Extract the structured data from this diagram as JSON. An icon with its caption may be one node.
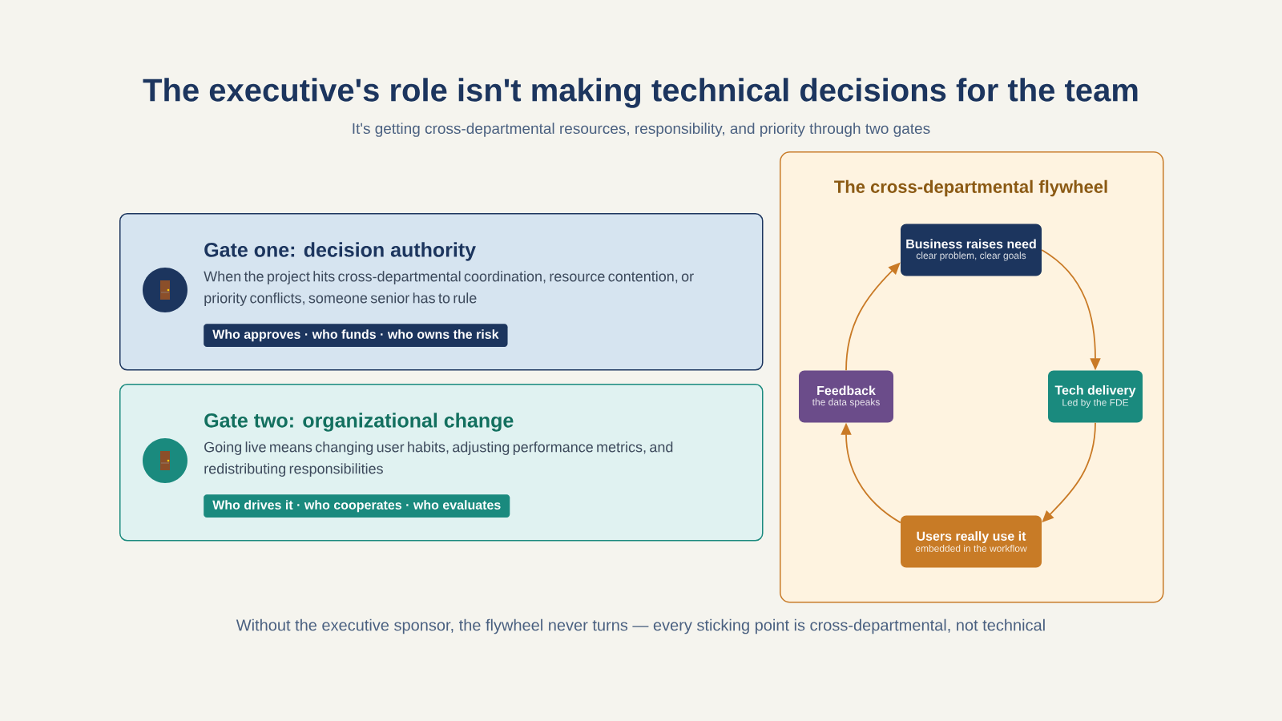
{
  "diagram": {
    "title": "The executive's role isn't making technical decisions for the team",
    "caption": "Without the executive sponsor, the flywheel never turns — every sticking point is cross-departmental, not technical",
    "nodes": [
      {
        "text": [
          "Gate one: decision authority",
          "When the project hits cross-departmental coordination, resource contention, or priority conflicts, someone senior has to rule"
        ]
      },
      {
        "text": [
          "Who approves · who funds · who owns the risk"
        ],
        "in": 0
      },
      {
        "text": [
          "Gate two: organizational change",
          "Going live means changing user habits, adjusting performance metrics, and redistributing responsibilities"
        ]
      },
      {
        "text": [
          "Who drives it · who cooperates · who evaluates"
        ],
        "in": 2
      },
      {
        "text": [
          "The cross-departmental flywheel"
        ]
      },
      {
        "text": [
          "Business raises need",
          "clear problem, clear goals"
        ],
        "in": 4
      },
      {
        "text": [
          "Tech delivery",
          "Led by the FDE"
        ],
        "in": 4
      },
      {
        "text": [
          "Users really use it",
          "embedded in the workflow"
        ],
        "in": 4
      },
      {
        "text": [
          "Feedback",
          "the data speaks"
        ],
        "in": 4
      }
    ],
    "edges": [
      {
        "from": 5,
        "to": 6,
        "arrow": "to"
      },
      {
        "from": 6,
        "to": 7,
        "arrow": "to"
      },
      {
        "from": 7,
        "to": 8,
        "arrow": "to"
      },
      {
        "from": 8,
        "to": 5,
        "arrow": "to"
      }
    ],
    "labels": [
      "It's getting cross-departmental resources, responsibility, and priority through two gates"
    ]
  }
}
